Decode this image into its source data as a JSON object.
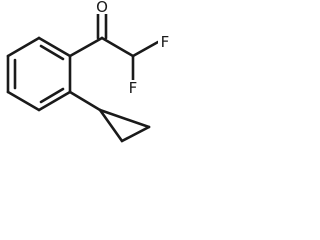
{
  "structure": {
    "atoms": {
      "oxygen": "O",
      "fluorine_top": "F",
      "fluorine_bottom": "F"
    }
  },
  "colors": {
    "line": "#1a1a1a",
    "background": "#ffffff"
  }
}
